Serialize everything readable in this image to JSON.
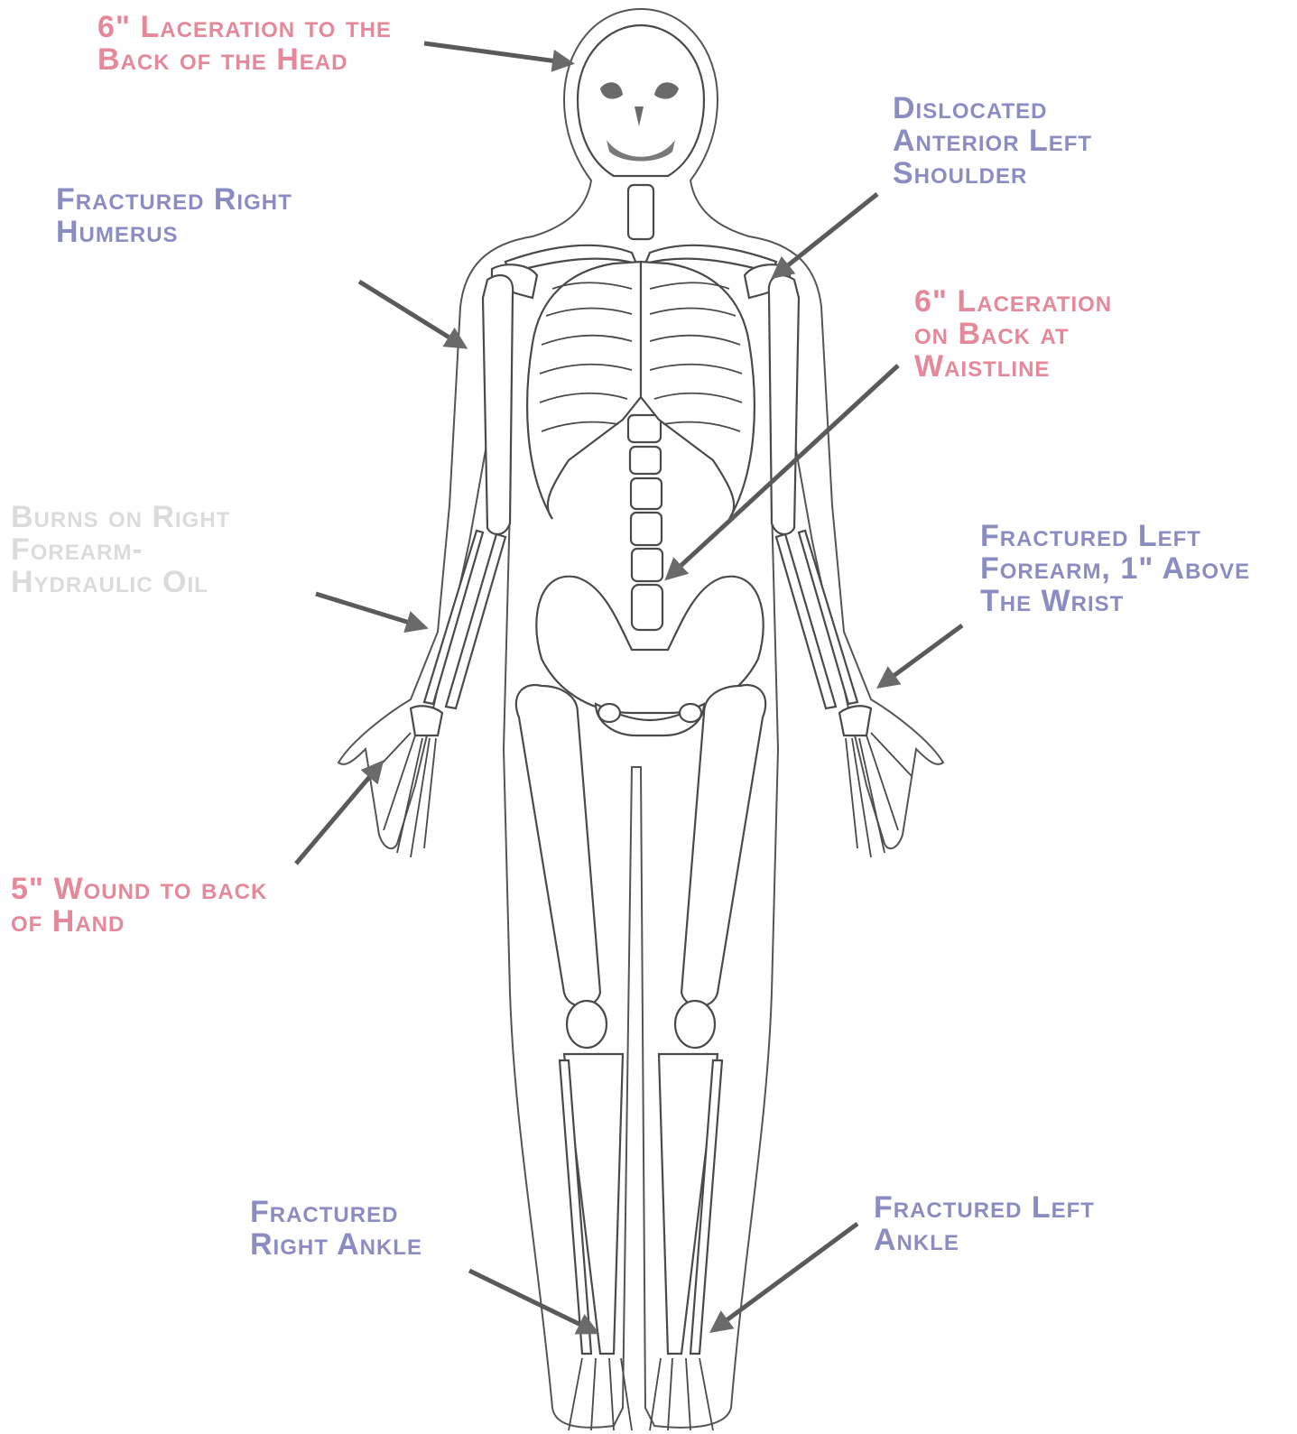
{
  "colors": {
    "pink": "#e5899a",
    "purple": "#8b8dc2",
    "faded": "#9a9a9a",
    "line": "#4a4a4a"
  },
  "annotations": [
    {
      "lines": [
        "6\" Laceration to the",
        "Back of the Head"
      ],
      "color": "pink"
    },
    {
      "lines": [
        "Dislocated",
        "Anterior Left",
        "Shoulder"
      ],
      "color": "purple"
    },
    {
      "lines": [
        "Fractured Right",
        "Humerus"
      ],
      "color": "purple"
    },
    {
      "lines": [
        "6\" Laceration",
        "on Back at",
        "Waistline"
      ],
      "color": "pink"
    },
    {
      "lines": [
        "Burns on Right",
        "Forearm-",
        "Hydraulic Oil"
      ],
      "color": "faded"
    },
    {
      "lines": [
        "Fractured Left",
        "Forearm, 1\" Above",
        "The Wrist"
      ],
      "color": "purple"
    },
    {
      "lines": [
        "5\" Wound to back",
        "of Hand"
      ],
      "color": "pink"
    },
    {
      "lines": [
        "Fractured",
        "Right Ankle"
      ],
      "color": "purple"
    },
    {
      "lines": [
        "Fractured Left",
        "Ankle"
      ],
      "color": "purple"
    }
  ]
}
